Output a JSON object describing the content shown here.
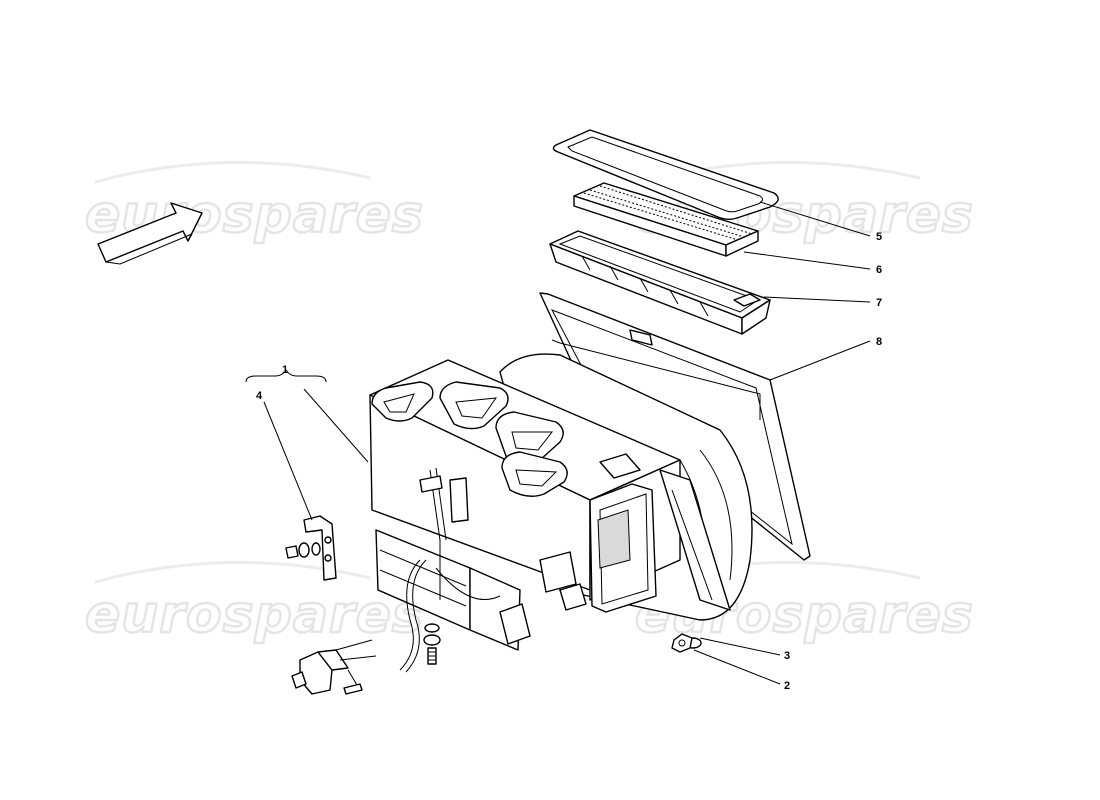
{
  "watermark": {
    "text": "eurospares"
  },
  "callouts": [
    {
      "id": "1",
      "label": "1"
    },
    {
      "id": "2",
      "label": "2"
    },
    {
      "id": "3",
      "label": "3"
    },
    {
      "id": "4",
      "label": "4"
    },
    {
      "id": "5",
      "label": "5"
    },
    {
      "id": "6",
      "label": "6"
    },
    {
      "id": "7",
      "label": "7"
    },
    {
      "id": "8",
      "label": "8"
    }
  ],
  "colors": {
    "line": "#000000",
    "background": "#ffffff",
    "watermark": "#e4e4e4"
  }
}
